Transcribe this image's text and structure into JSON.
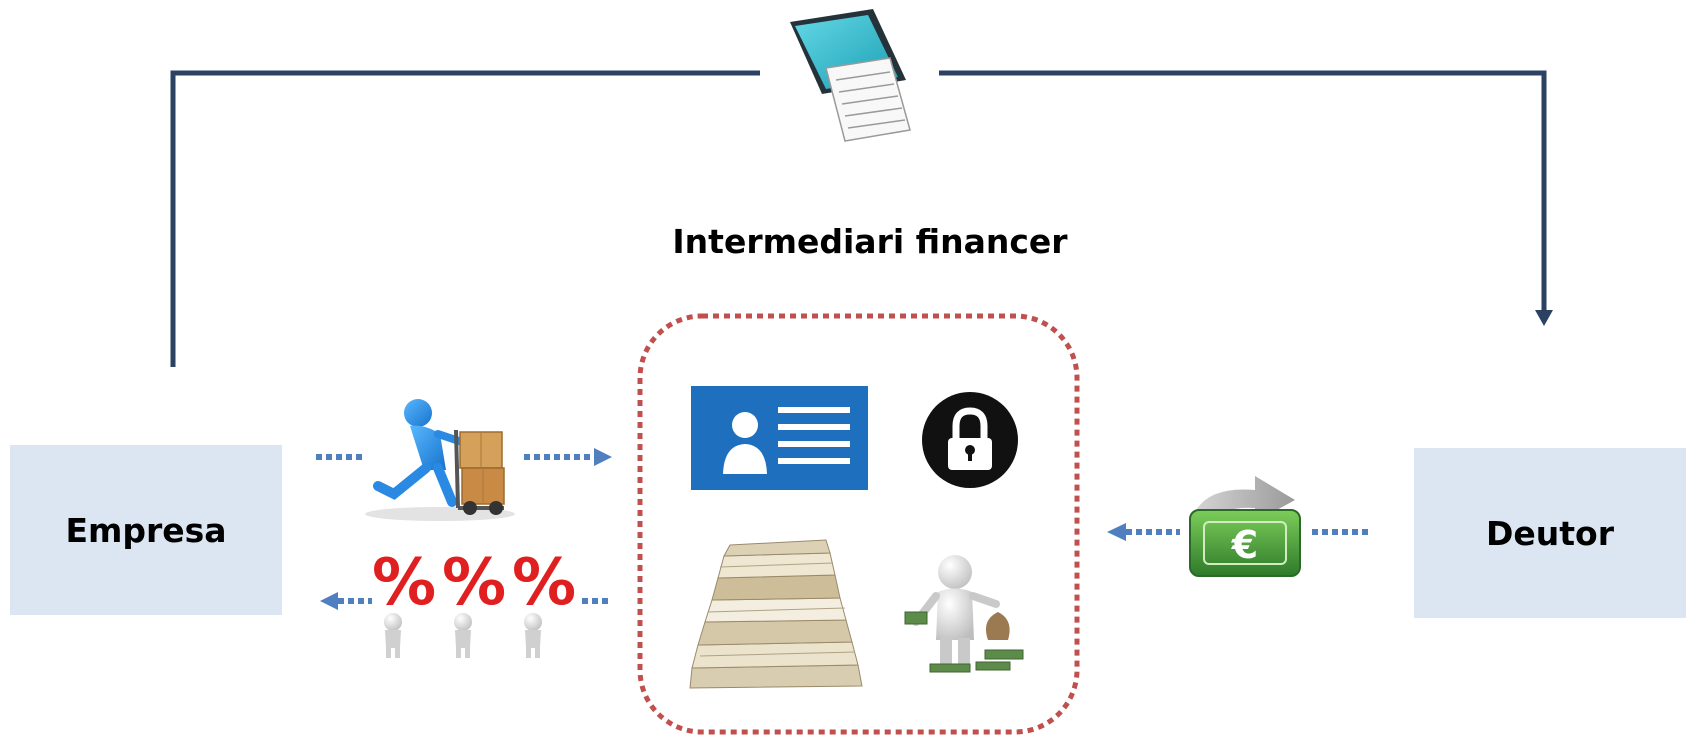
{
  "title": "Intermediari financer",
  "nodes": {
    "company": "Empresa",
    "debtor": "Deutor"
  },
  "symbols": {
    "currency": "€",
    "percent": "%"
  },
  "colors": {
    "box_fill": "#dce6f2",
    "top_connector": "#2b4263",
    "dotted_arrow": "#4f7fbf",
    "intermediary_border": "#c0504d",
    "id_card": "#1f6fbf",
    "lock_circle": "#111111",
    "cash_green": "#4a9a3a"
  },
  "icons": [
    "invoice-printer-icon",
    "delivery-person-icon",
    "id-card-icon",
    "padlock-icon",
    "document-stack-icon",
    "money-person-icon",
    "euro-transfer-icon",
    "percent-figures-icon"
  ]
}
